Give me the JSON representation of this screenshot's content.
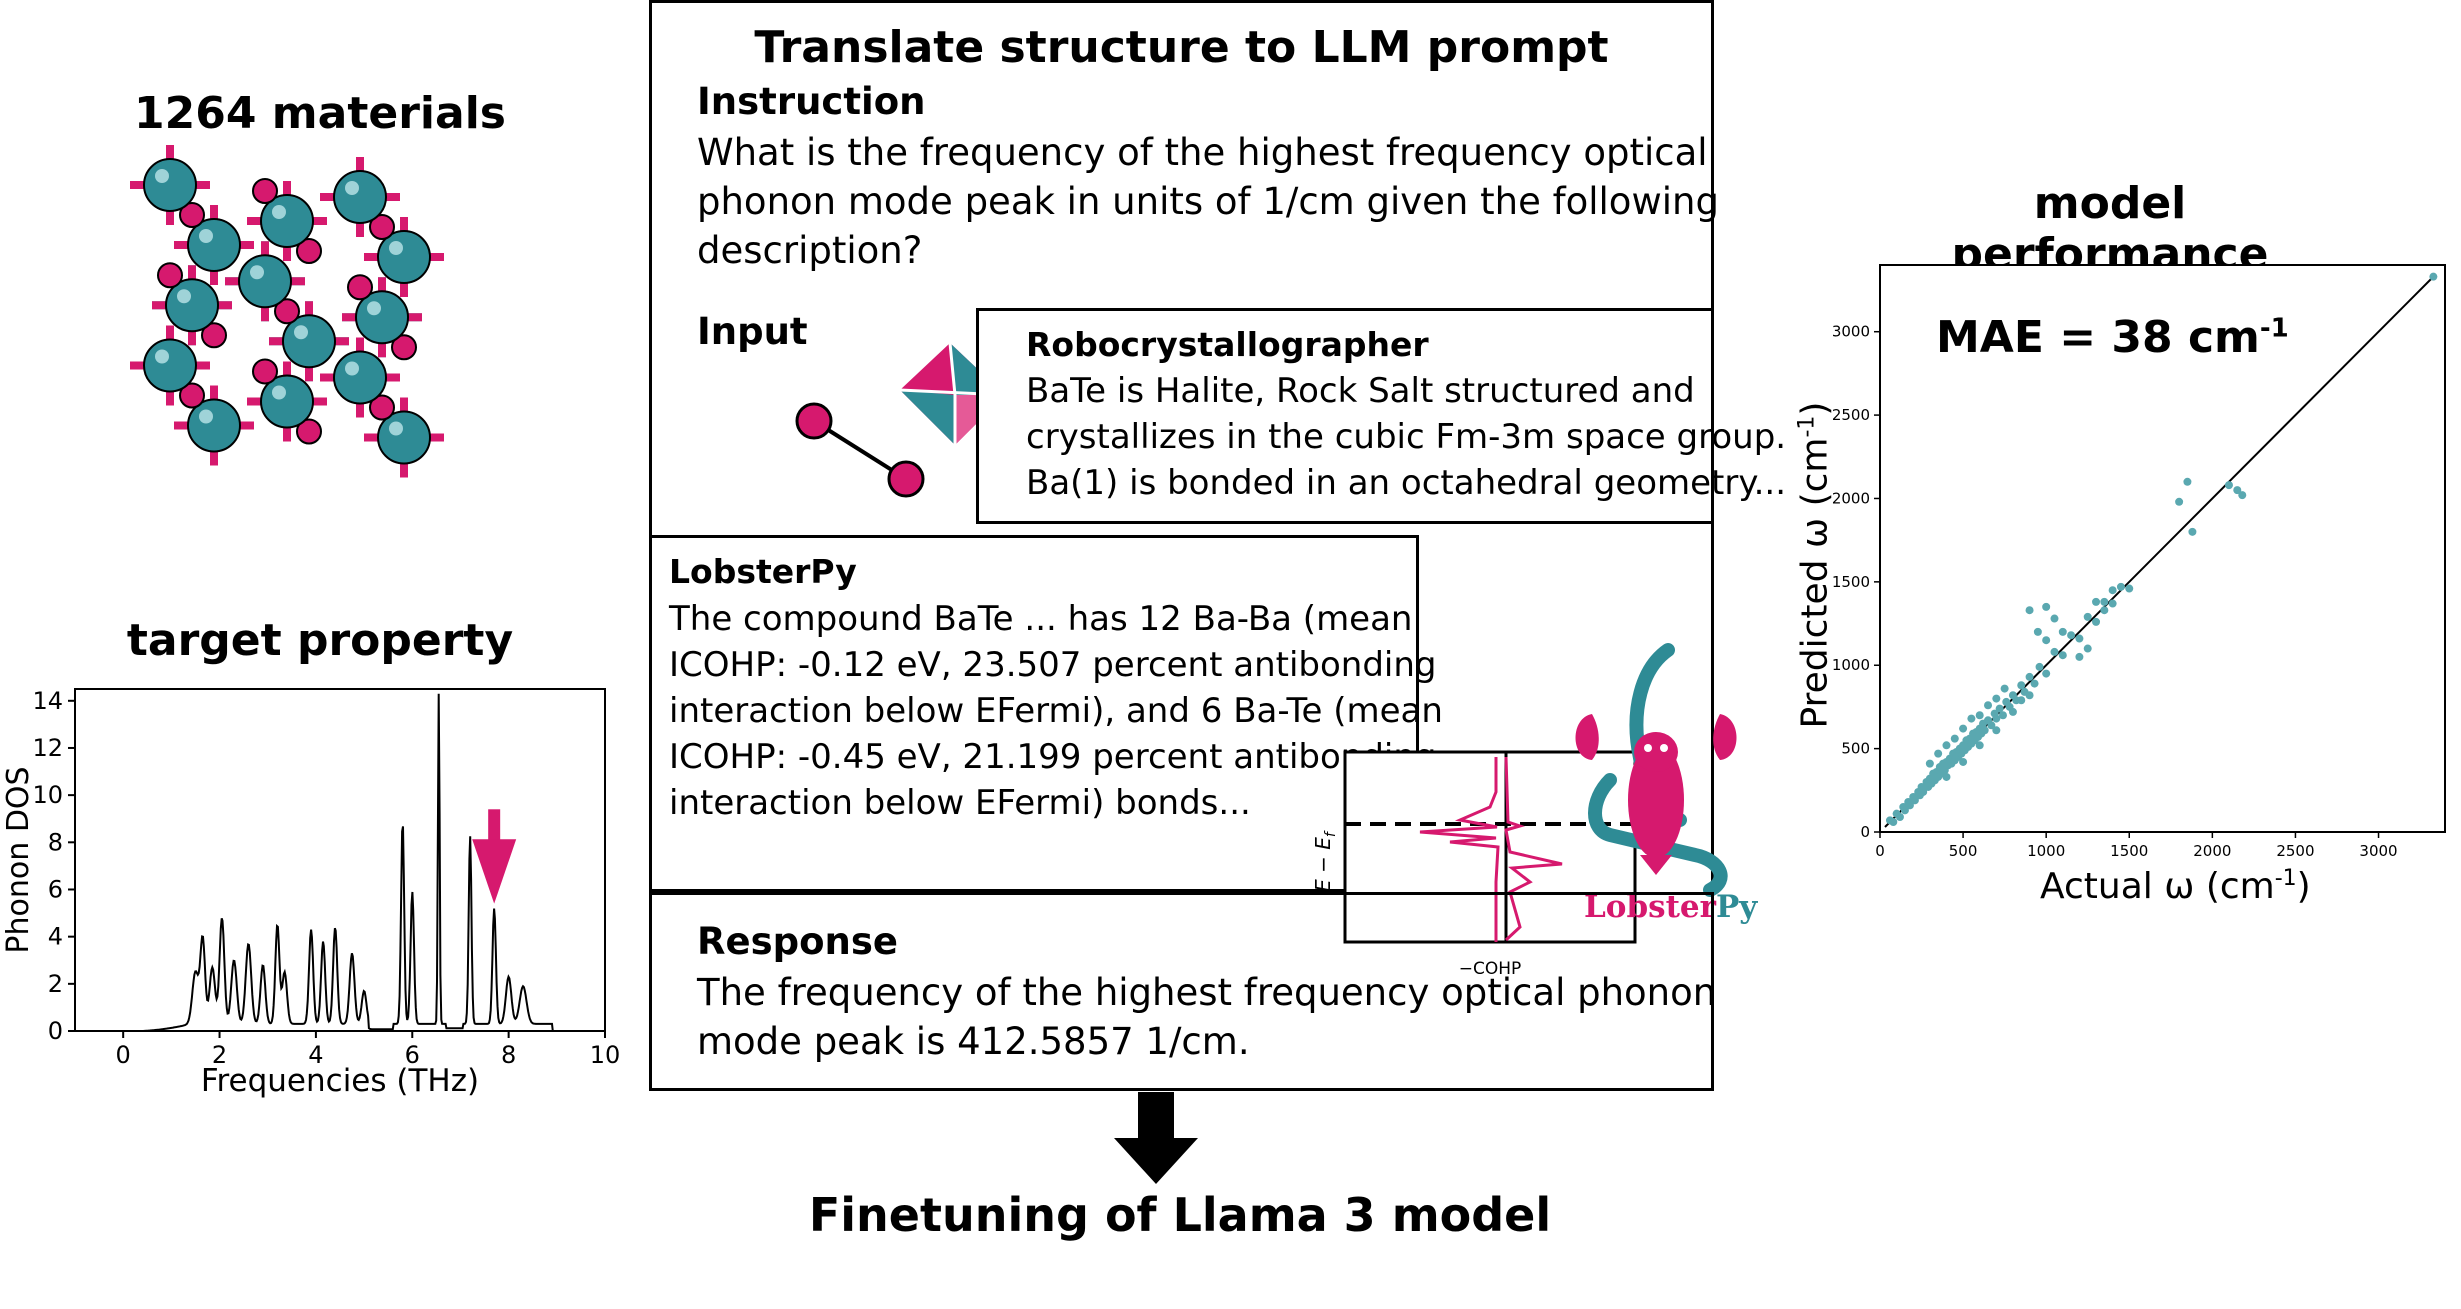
{
  "left": {
    "materials_title": "1264 materials",
    "target_title": "target property",
    "dos": {
      "ylabel": "Phonon DOS",
      "xlabel": "Frequencies (THz)",
      "yticks": [
        "0",
        "2",
        "4",
        "6",
        "8",
        "10",
        "12",
        "14"
      ],
      "xticks": [
        "0",
        "2",
        "4",
        "6",
        "8",
        "10"
      ],
      "arrow_color": "#d6196e"
    }
  },
  "center": {
    "title": "Translate structure to LLM prompt",
    "instruction_label": "Instruction",
    "instruction_lines": [
      "What is the frequency of the highest frequency optical",
      "phonon mode peak in units of 1/cm given the following",
      "description?"
    ],
    "input_label": "Input",
    "robo": {
      "title": "Robocrystallographer",
      "lines": [
        "BaTe is Halite, Rock Salt structured and",
        "crystallizes in the cubic Fm-3m space group.",
        "Ba(1) is bonded in an octahedral geometry..."
      ]
    },
    "lobster": {
      "title": "LobsterPy",
      "lines": [
        "The compound BaTe ... has 12 Ba-Ba (mean",
        "ICOHP: -0.12 eV, 23.507 percent antibonding",
        "interaction below EFermi), and 6 Ba-Te (mean",
        "ICOHP: -0.45 eV, 21.199 percent antibonding",
        "interaction below EFermi) bonds..."
      ],
      "cohp_xlabel": "−COHP",
      "cohp_ylabel": "E − E",
      "cohp_ylabel_sub": "f",
      "logo_text_a": "Lobster",
      "logo_text_b": "Py"
    },
    "response_label": "Response",
    "response_lines": [
      "The frequency of the highest frequency optical phonon",
      "mode peak is 412.5857 1/cm."
    ],
    "bottom_label": "Finetuning of Llama 3 model"
  },
  "right": {
    "title": "model performance",
    "mae_text": "MAE = 38 cm",
    "mae_sup": "-1",
    "xlabel": "Actual ω (cm",
    "ylabel": "Predicted ω (cm",
    "unit_sup": "-1",
    "unit_close": ")"
  },
  "colors": {
    "magenta": "#d6196e",
    "teal": "#2e8b95",
    "scatter": "#5aa8b0"
  },
  "chart_data": {
    "type": "scatter",
    "title": "model performance",
    "xlabel": "Actual ω (cm-1)",
    "ylabel": "Predicted ω (cm-1)",
    "xlim": [
      0,
      3400
    ],
    "ylim": [
      0,
      3400
    ],
    "xticks": [
      0,
      500,
      1000,
      1500,
      2000,
      2500,
      3000
    ],
    "yticks": [
      0,
      500,
      1000,
      1500,
      2000,
      2500,
      3000
    ],
    "annotation": "MAE = 38 cm-1",
    "points": [
      [
        60,
        70
      ],
      [
        80,
        60
      ],
      [
        100,
        110
      ],
      [
        120,
        90
      ],
      [
        140,
        150
      ],
      [
        150,
        130
      ],
      [
        170,
        180
      ],
      [
        180,
        160
      ],
      [
        200,
        210
      ],
      [
        210,
        190
      ],
      [
        230,
        240
      ],
      [
        240,
        220
      ],
      [
        250,
        270
      ],
      [
        260,
        240
      ],
      [
        280,
        300
      ],
      [
        290,
        270
      ],
      [
        300,
        320
      ],
      [
        310,
        290
      ],
      [
        320,
        350
      ],
      [
        330,
        310
      ],
      [
        340,
        360
      ],
      [
        350,
        330
      ],
      [
        360,
        390
      ],
      [
        370,
        350
      ],
      [
        380,
        410
      ],
      [
        390,
        370
      ],
      [
        400,
        420
      ],
      [
        410,
        400
      ],
      [
        420,
        440
      ],
      [
        430,
        410
      ],
      [
        440,
        470
      ],
      [
        450,
        430
      ],
      [
        460,
        480
      ],
      [
        470,
        450
      ],
      [
        480,
        500
      ],
      [
        490,
        470
      ],
      [
        500,
        520
      ],
      [
        510,
        490
      ],
      [
        520,
        550
      ],
      [
        530,
        510
      ],
      [
        540,
        560
      ],
      [
        550,
        530
      ],
      [
        560,
        590
      ],
      [
        570,
        550
      ],
      [
        580,
        600
      ],
      [
        590,
        570
      ],
      [
        600,
        620
      ],
      [
        610,
        590
      ],
      [
        620,
        650
      ],
      [
        630,
        610
      ],
      [
        650,
        670
      ],
      [
        670,
        640
      ],
      [
        690,
        710
      ],
      [
        700,
        680
      ],
      [
        720,
        740
      ],
      [
        740,
        700
      ],
      [
        760,
        780
      ],
      [
        780,
        750
      ],
      [
        800,
        820
      ],
      [
        820,
        790
      ],
      [
        850,
        880
      ],
      [
        870,
        840
      ],
      [
        900,
        930
      ],
      [
        930,
        890
      ],
      [
        960,
        990
      ],
      [
        1000,
        950
      ],
      [
        1050,
        1080
      ],
      [
        1100,
        1060
      ],
      [
        1150,
        1180
      ],
      [
        1200,
        1160
      ],
      [
        1250,
        1290
      ],
      [
        1300,
        1260
      ],
      [
        1350,
        1380
      ],
      [
        1400,
        1370
      ],
      [
        1450,
        1470
      ],
      [
        1500,
        1460
      ],
      [
        300,
        410
      ],
      [
        350,
        470
      ],
      [
        400,
        520
      ],
      [
        450,
        560
      ],
      [
        500,
        620
      ],
      [
        550,
        680
      ],
      [
        600,
        700
      ],
      [
        650,
        760
      ],
      [
        700,
        800
      ],
      [
        750,
        860
      ],
      [
        800,
        720
      ],
      [
        850,
        790
      ],
      [
        900,
        820
      ],
      [
        400,
        330
      ],
      [
        500,
        420
      ],
      [
        600,
        520
      ],
      [
        700,
        610
      ],
      [
        1000,
        1150
      ],
      [
        1050,
        1280
      ],
      [
        1100,
        1200
      ],
      [
        1200,
        1050
      ],
      [
        1300,
        1380
      ],
      [
        1350,
        1330
      ],
      [
        1400,
        1450
      ],
      [
        1250,
        1100
      ],
      [
        950,
        1200
      ],
      [
        900,
        1330
      ],
      [
        1000,
        1350
      ],
      [
        1800,
        1980
      ],
      [
        1850,
        2100
      ],
      [
        1880,
        1800
      ],
      [
        2100,
        2080
      ],
      [
        2150,
        2050
      ],
      [
        2180,
        2020
      ],
      [
        3330,
        3330
      ]
    ]
  }
}
